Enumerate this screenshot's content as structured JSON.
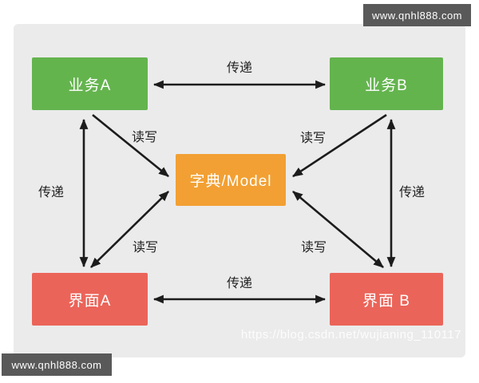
{
  "page": {
    "watermark_site_top": "www.qnhl888.com",
    "watermark_site_bottom": "www.qnhl888.com",
    "watermark_url": "https://blog.csdn.net/wujianing_110117"
  },
  "diagram": {
    "nodes": {
      "business_a": "业务A",
      "business_b": "业务B",
      "model": "字典/Model",
      "ui_a": "界面A",
      "ui_b": "界面 B"
    },
    "labels": {
      "pass_top": "传递",
      "pass_bottom": "传递",
      "pass_left": "传递",
      "pass_right": "传递",
      "rw_top_left": "读写",
      "rw_top_right": "读写",
      "rw_bottom_left": "读写",
      "rw_bottom_right": "读写"
    },
    "colors": {
      "business_green": "#64b44e",
      "model_orange": "#f2a033",
      "ui_red": "#eb6459",
      "canvas_gray": "#ebebeb",
      "arrow_black": "#1c1c1c",
      "watermark_gray": "#595959"
    }
  }
}
